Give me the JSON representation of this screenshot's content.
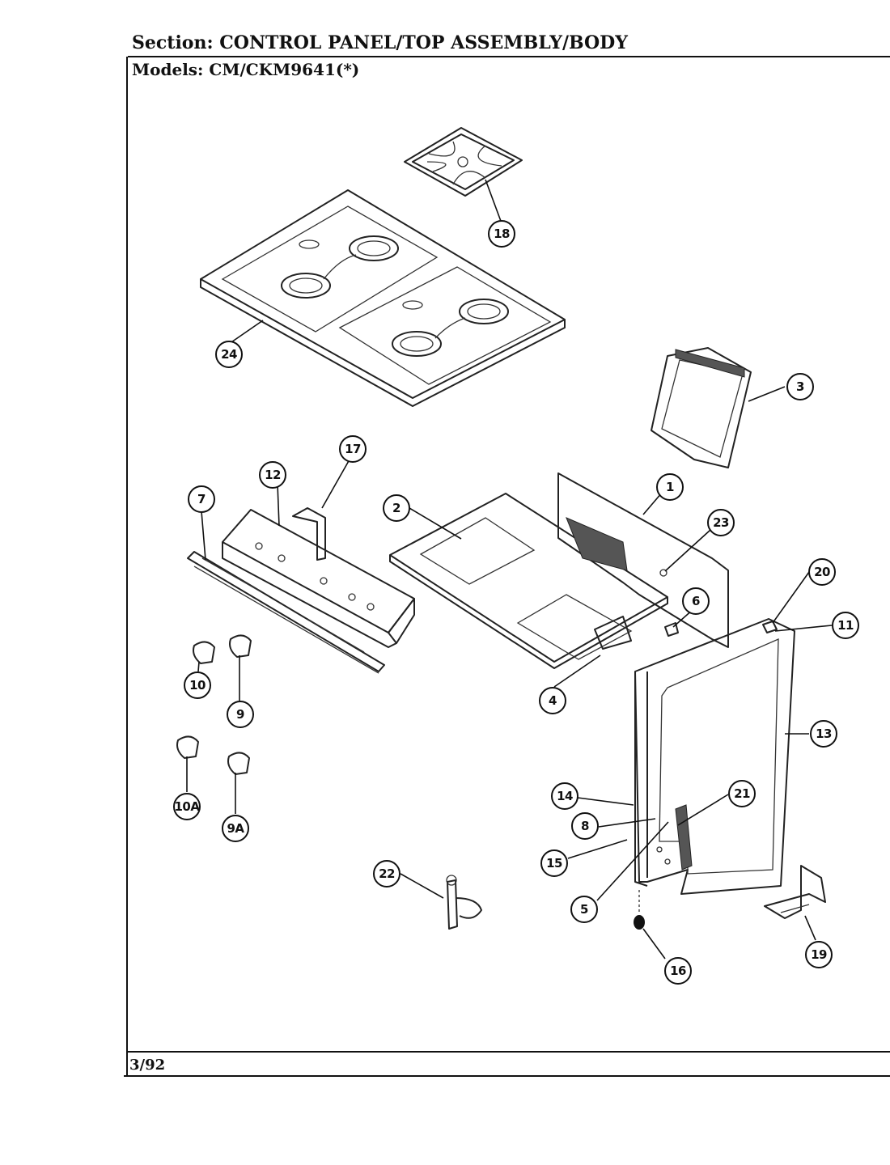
{
  "header": {
    "section_label": "Section:",
    "section_value": "CONTROL PANEL/TOP ASSEMBLY/BODY",
    "models_label": "Models:",
    "models_value": "CM/CKM9641(*)"
  },
  "footer": {
    "date": "3/92"
  },
  "callouts": [
    "18",
    "24",
    "3",
    "17",
    "12",
    "7",
    "2",
    "1",
    "23",
    "20",
    "6",
    "11",
    "10",
    "9",
    "4",
    "13",
    "10A",
    "9A",
    "14",
    "21",
    "8",
    "15",
    "22",
    "5",
    "16",
    "19"
  ],
  "icons": {
    "part_24": "cooktop-icon",
    "part_18": "burner-grate-icon",
    "part_3": "back-guard-icon",
    "part_12": "manifold-bracket-icon",
    "part_7": "control-rail-icon",
    "part_17": "support-bracket-icon",
    "part_2": "burner-box-icon",
    "part_13": "body-side-panel-icon",
    "part_19": "anti-tip-bracket-icon",
    "part_22": "valve-fitting-icon",
    "knobs": "control-knob-icon"
  }
}
